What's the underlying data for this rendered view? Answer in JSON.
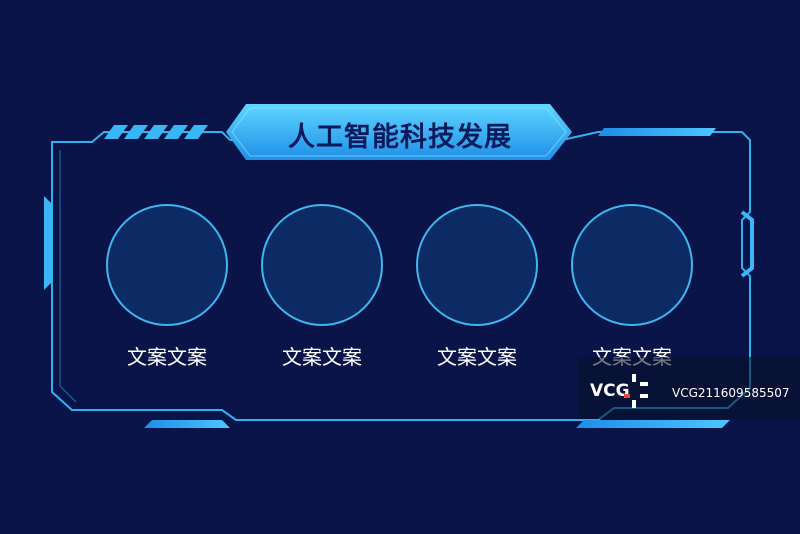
{
  "title": "人工智能科技发展",
  "items": [
    {
      "label": "文案文案"
    },
    {
      "label": "文案文案"
    },
    {
      "label": "文案文案"
    },
    {
      "label": "文案文案"
    }
  ],
  "watermark": {
    "logo": "VCG",
    "id": "VCG211609585507"
  },
  "colors": {
    "background": "#0a1448",
    "frame_line": "#2fb3ee",
    "accent": "#39b6f5",
    "circle_fill": "#0c2a63",
    "title_text": "#0b1a5a"
  }
}
